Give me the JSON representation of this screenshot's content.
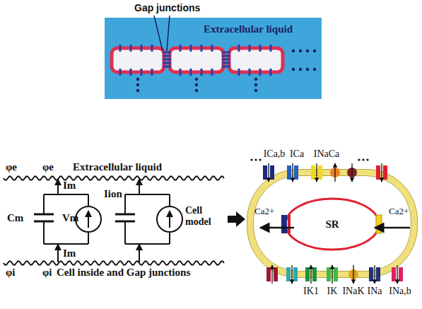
{
  "diagram": {
    "nodes": [
      {
        "text": [
          "Extracellular liquid"
        ]
      },
      {
        "text": [
          "Ca2+",
          "Ca2+"
        ]
      },
      {
        "text": [
          "SR"
        ],
        "in": 1
      }
    ],
    "labels": [
      "Gap junctions",
      "φe",
      "φe",
      "Extracellular liquid",
      "Im",
      "Vm",
      "Iion",
      "Cm",
      "Cell model",
      "Im",
      "φi",
      "φi",
      "Cell inside and Gap junctions",
      "ICa,b",
      "ICa",
      "INaCa",
      "IK1",
      "IK",
      "INaK",
      "INa",
      "INa,b"
    ]
  }
}
